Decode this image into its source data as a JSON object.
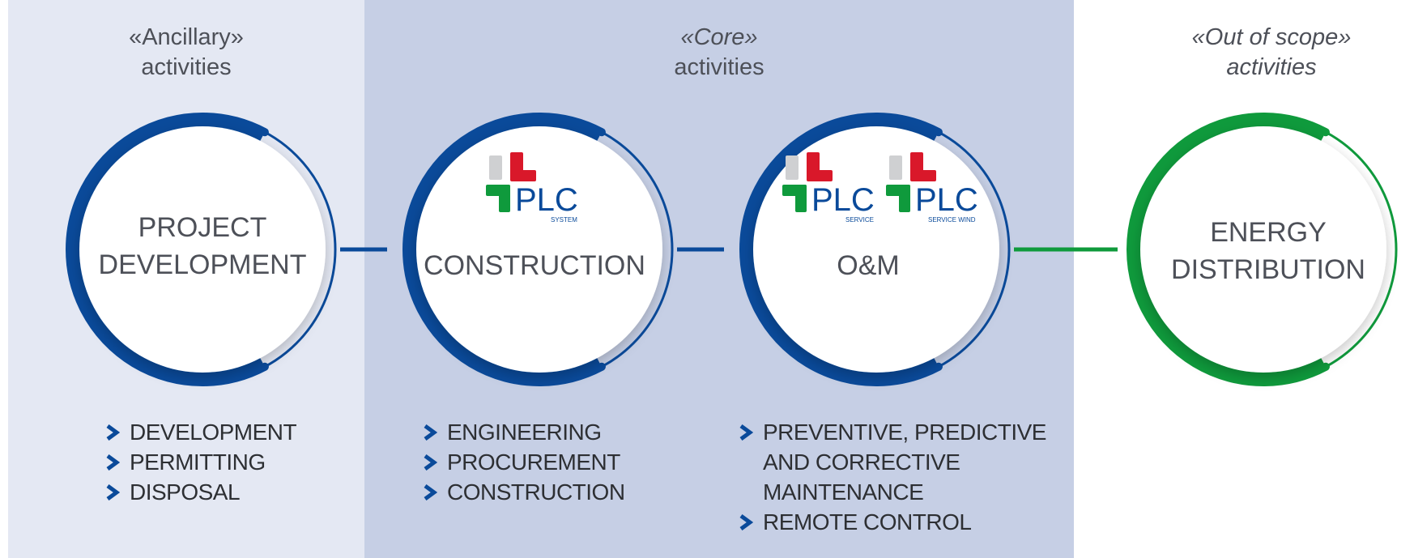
{
  "groups": {
    "ancillary": {
      "line1": "«Ancillary»",
      "line2": "activities"
    },
    "core": {
      "line1": "«Core»",
      "line2": "activities"
    },
    "out_of_scope": {
      "line1": "«Out of scope»",
      "line2": "activities"
    }
  },
  "stages": [
    {
      "label_lines": [
        "PROJECT",
        "DEVELOPMENT"
      ],
      "items": [
        "DEVELOPMENT",
        "PERMITTING",
        "DISPOSAL"
      ]
    },
    {
      "label_lines": [
        "CONSTRUCTION"
      ],
      "items": [
        "ENGINEERING",
        "PROCUREMENT",
        "CONSTRUCTION"
      ]
    },
    {
      "label_lines": [
        "O&M"
      ],
      "items": [
        "PREVENTIVE, PREDICTIVE",
        "AND CORRECTIVE",
        "MAINTENANCE",
        "REMOTE CONTROL"
      ]
    },
    {
      "label_lines": [
        "ENERGY",
        "DISTRIBUTION"
      ],
      "items": []
    }
  ],
  "logos": {
    "system": {
      "text": "PLC",
      "sub": "SYSTEM"
    },
    "service": {
      "text": "PLC",
      "sub": "SERVICE"
    },
    "service_wind": {
      "text": "PLC",
      "sub": "SERVICE WIND"
    }
  },
  "colors": {
    "blue": "#0a4a9a",
    "green": "#0f9a3c",
    "red": "#d9182a",
    "grey": "#cfd0d2",
    "ancillary_band": "#e4e8f3",
    "core_band": "#c6cfe5"
  }
}
